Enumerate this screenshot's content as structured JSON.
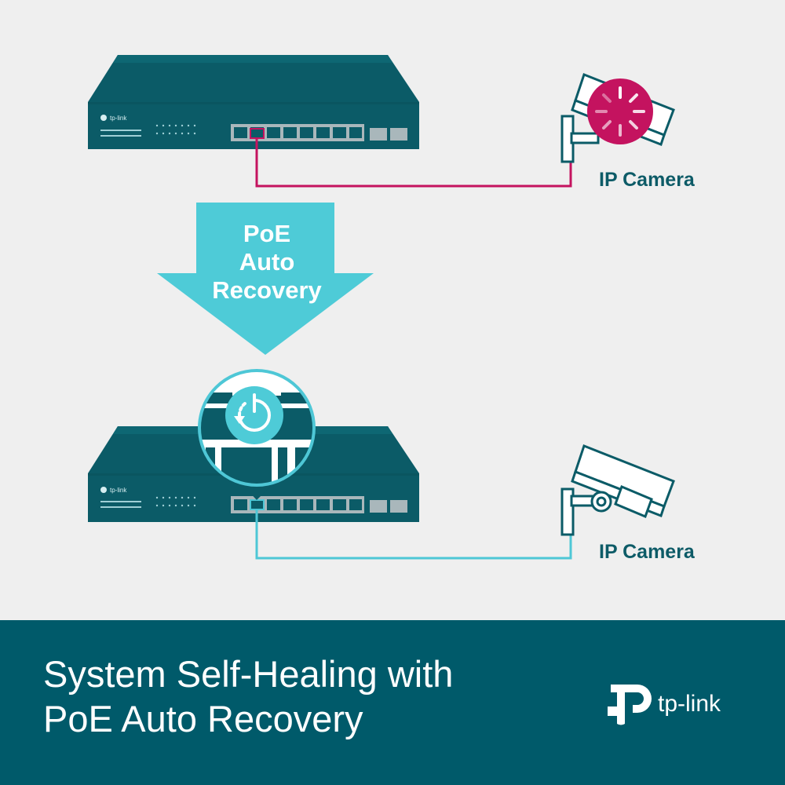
{
  "diagram": {
    "cameras": [
      {
        "label": "IP Camera",
        "state": "rebooting"
      },
      {
        "label": "IP Camera",
        "state": "recovered"
      }
    ],
    "switch_brand": "tp-link",
    "arrow_lines": [
      "PoE",
      "Auto",
      "Recovery"
    ],
    "colors": {
      "fault_link": "#c4135f",
      "healthy_link": "#4ec7d6",
      "switch_body": "#0b5b67",
      "arrow": "#4ecbd7"
    }
  },
  "footer": {
    "title_lines": [
      "System Self-Healing with",
      "PoE Auto Recovery"
    ],
    "brand": "tp-link"
  }
}
